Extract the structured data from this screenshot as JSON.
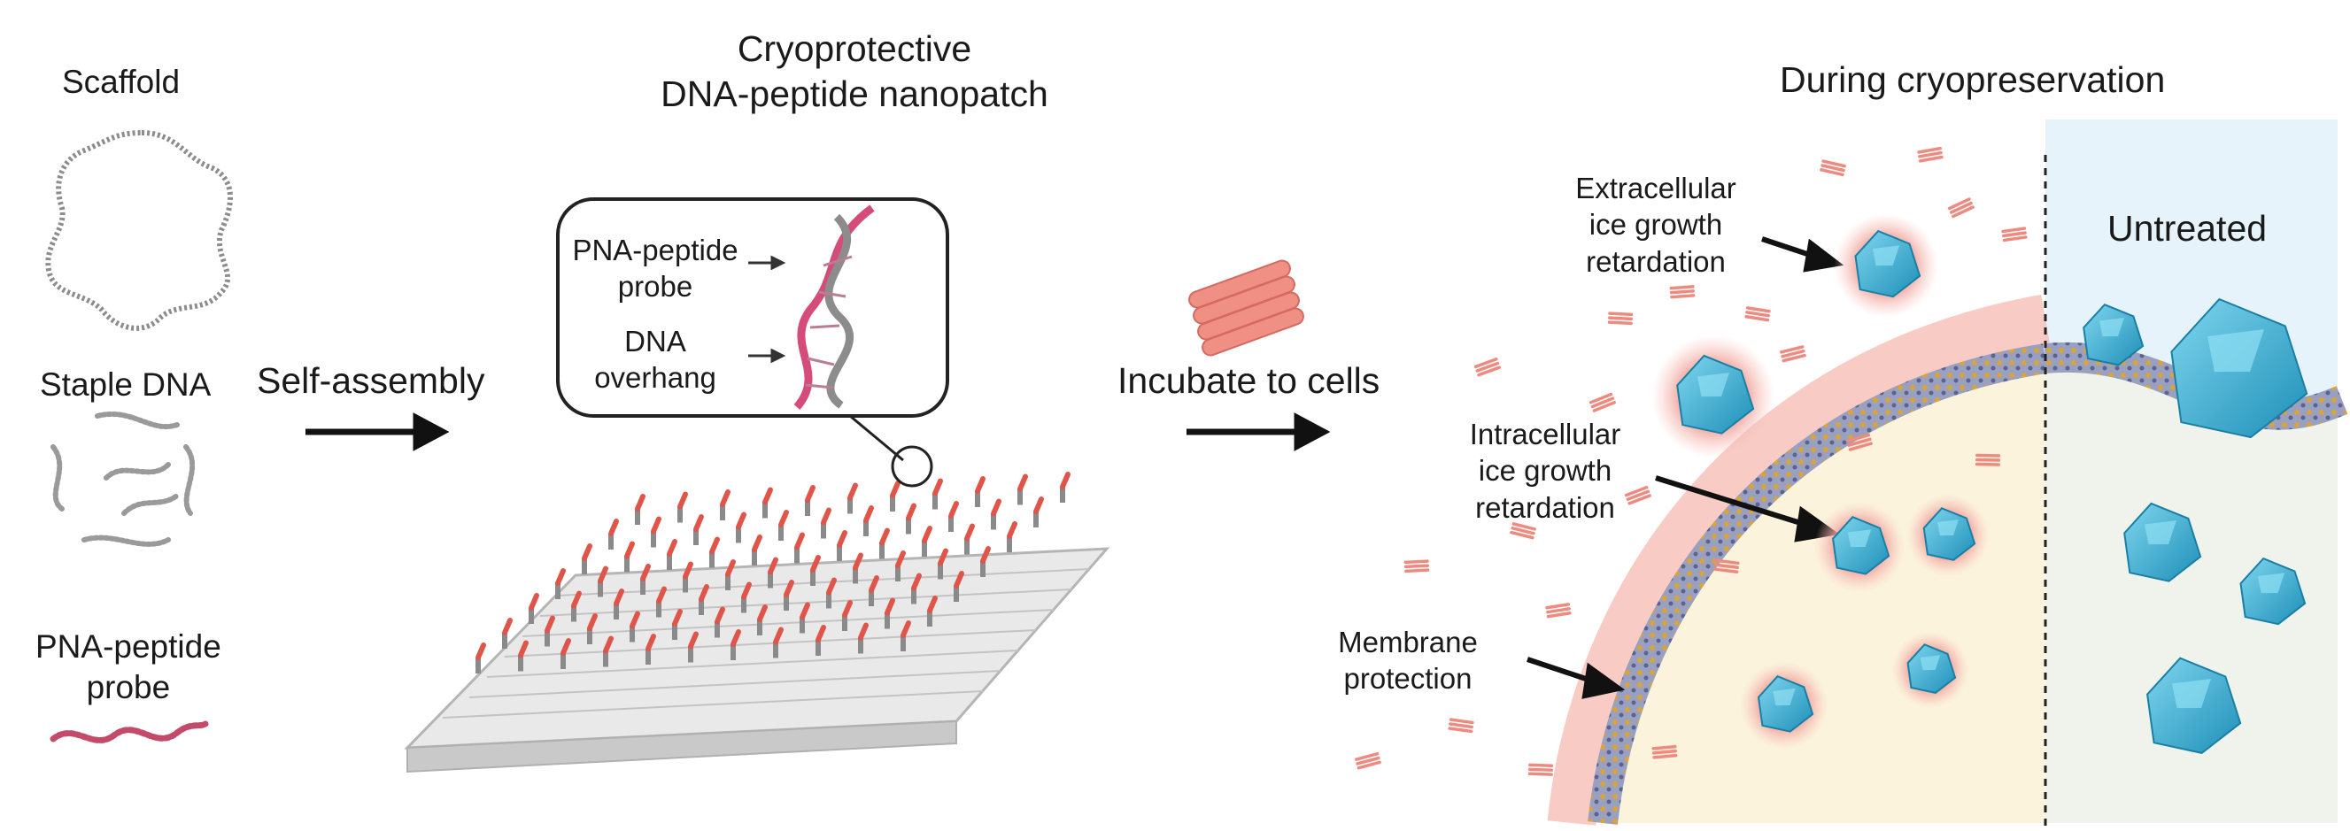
{
  "left_column": {
    "scaffold_label": "Scaffold",
    "staple_label": "Staple DNA",
    "probe_label_line1": "PNA-peptide",
    "probe_label_line2": "probe"
  },
  "steps": {
    "self_assembly": "Self-assembly",
    "incubate": "Incubate to cells"
  },
  "nanopatch": {
    "title_line1": "Cryoprotective",
    "title_line2": "DNA-peptide nanopatch",
    "inset_probe_line1": "PNA-peptide",
    "inset_probe_line2": "probe",
    "inset_overhang_line1": "DNA",
    "inset_overhang_line2": "overhang"
  },
  "cryo": {
    "title": "During cryopreservation",
    "untreated": "Untreated",
    "extracellular_line1": "Extracellular",
    "extracellular_line2": "ice growth",
    "extracellular_line3": "retardation",
    "intracellular_line1": "Intracellular",
    "intracellular_line2": "ice growth",
    "intracellular_line3": "retardation",
    "membrane_line1": "Membrane",
    "membrane_line2": "protection"
  },
  "colors": {
    "ice": "#3fb6d8",
    "peptide": "#e8837a",
    "cytoplasm": "#fbf3dc",
    "untreated_bg": "#e6f3fa"
  }
}
